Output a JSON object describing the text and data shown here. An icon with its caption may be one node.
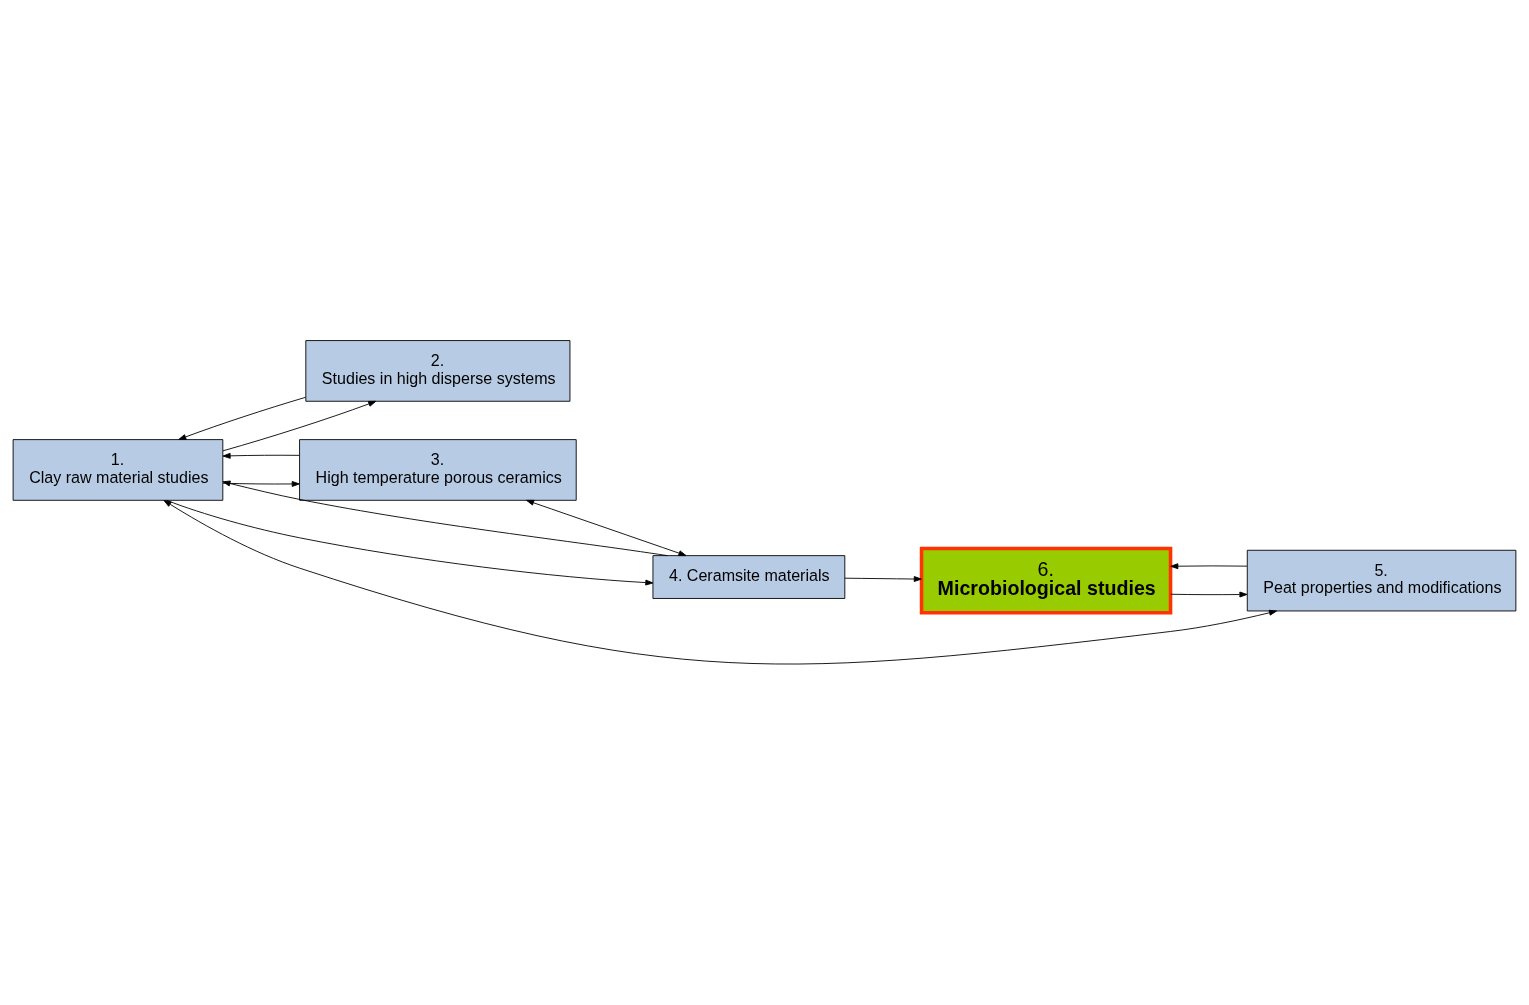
{
  "diagram": {
    "nodes": [
      {
        "text": [
          "1.",
          "Clay raw material studies"
        ]
      },
      {
        "text": [
          "2.",
          "Studies in high disperse systems"
        ]
      },
      {
        "text": [
          "3.",
          "High temperature porous ceramics"
        ]
      },
      {
        "text": [
          "4. Ceramsite materials"
        ]
      },
      {
        "text": [
          "5.",
          "Peat properties and modifications"
        ]
      },
      {
        "text": [
          "6.",
          "Microbiological studies"
        ]
      }
    ],
    "edges": [
      {
        "from": 0,
        "to": 1,
        "arrow": "to"
      },
      {
        "from": 1,
        "to": 0,
        "arrow": "to"
      },
      {
        "from": 0,
        "to": 2,
        "arrow": "to"
      },
      {
        "from": 2,
        "to": 0,
        "arrow": "to"
      },
      {
        "from": 2,
        "to": 3,
        "arrow": "both"
      },
      {
        "from": 3,
        "to": 0,
        "arrow": "to"
      },
      {
        "from": 0,
        "to": 3,
        "arrow": "to"
      },
      {
        "from": 0,
        "to": 4,
        "arrow": "both"
      },
      {
        "from": 3,
        "to": 5,
        "arrow": "to"
      },
      {
        "from": 4,
        "to": 5,
        "arrow": "to"
      },
      {
        "from": 5,
        "to": 4,
        "arrow": "to"
      }
    ]
  }
}
